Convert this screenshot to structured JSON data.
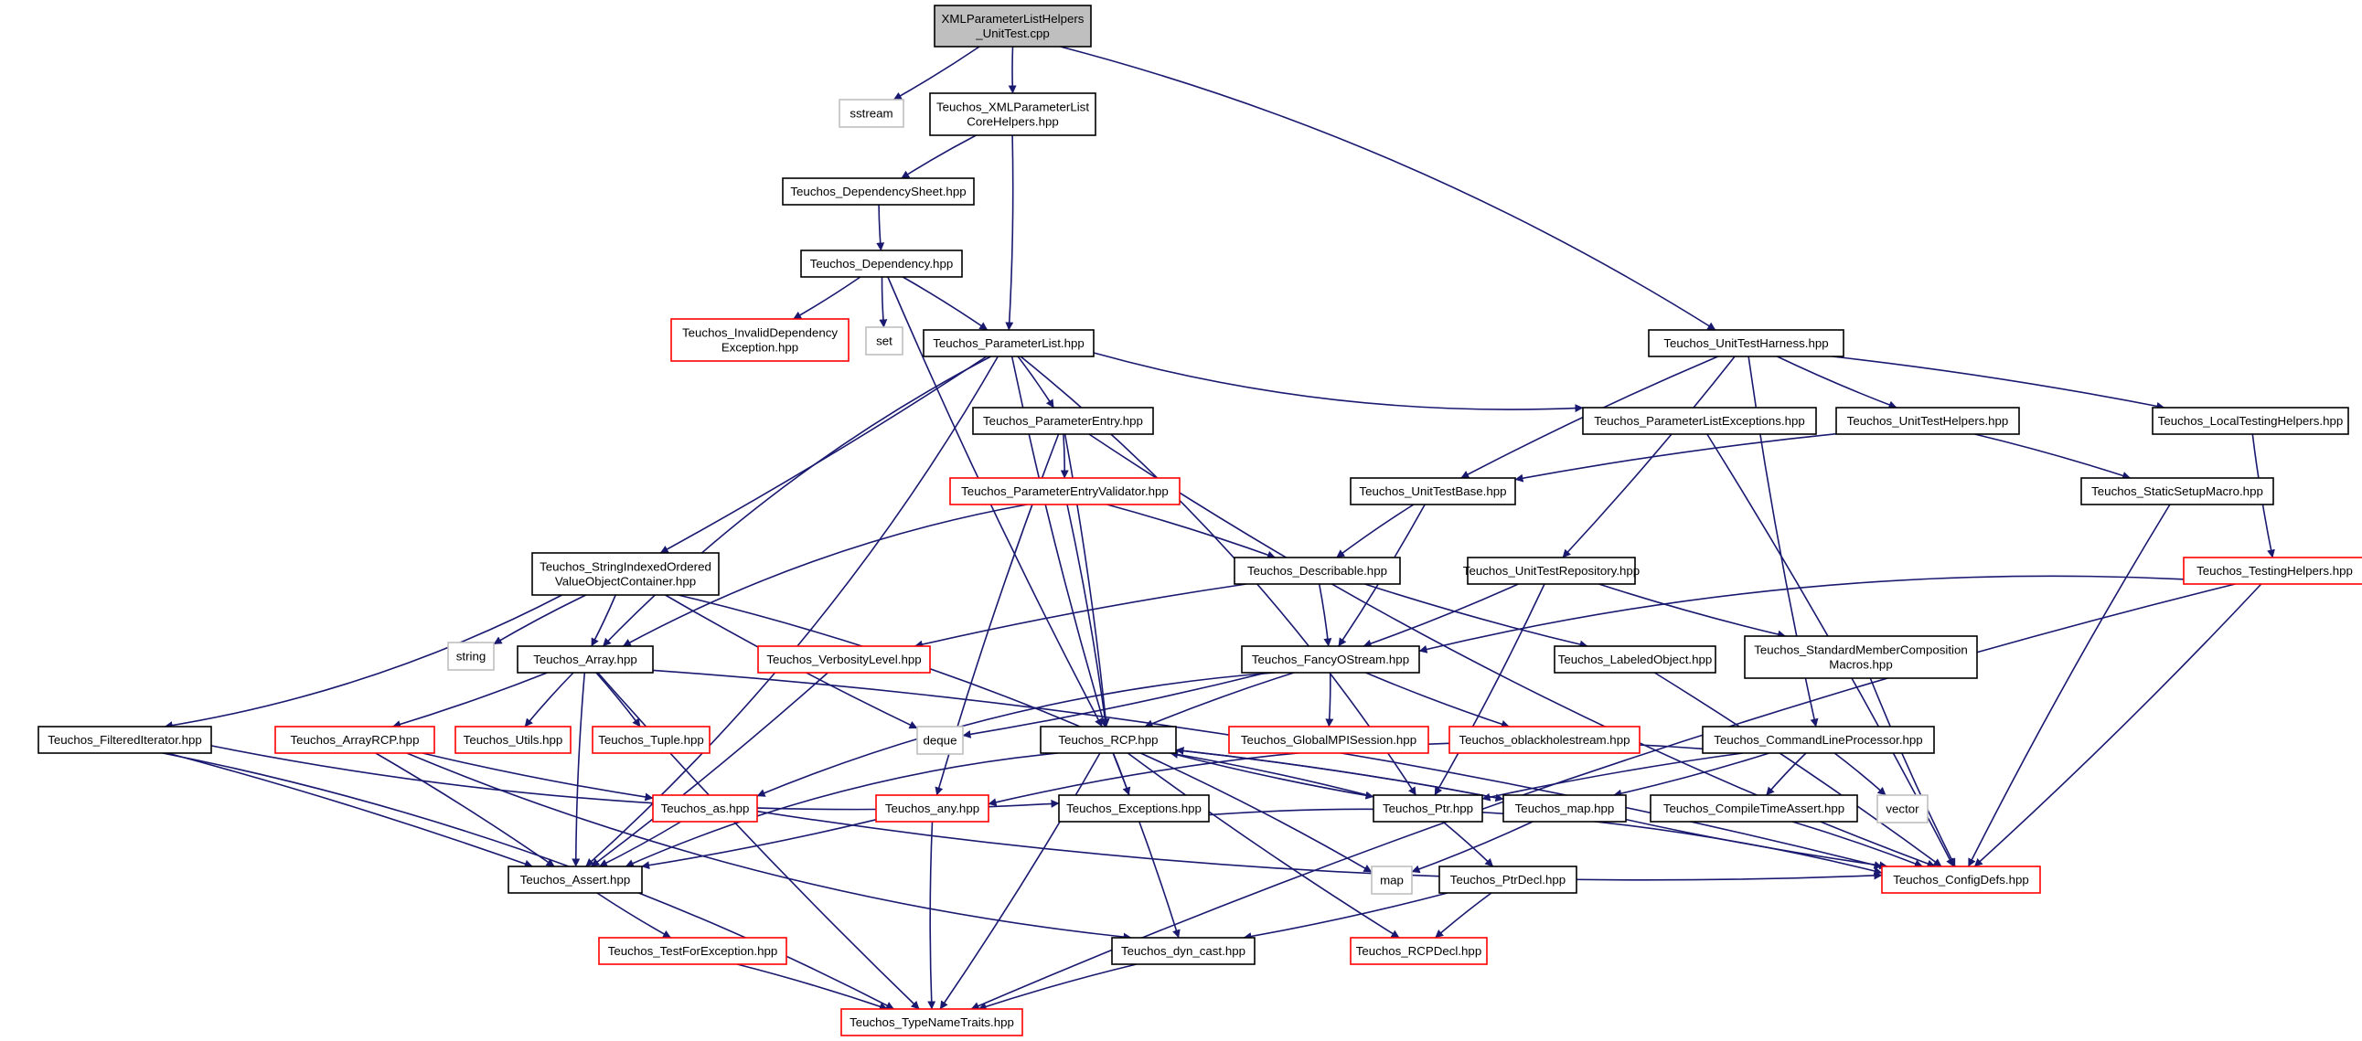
{
  "graph": {
    "type": "include-dependency-graph",
    "colors": {
      "edge": "#191970",
      "root_fill": "#bfbfbf",
      "root_border": "#000000",
      "normal_border": "#000000",
      "truncated_border": "#ff0000",
      "external_border": "#bfbfbf",
      "fill": "#ffffff"
    },
    "nodes": [
      {
        "id": "root",
        "kind": "root",
        "lines": [
          "XMLParameterListHelpers",
          "_UnitTest.cpp"
        ]
      },
      {
        "id": "sstream",
        "kind": "external",
        "lines": [
          "sstream"
        ]
      },
      {
        "id": "xmlcore",
        "kind": "normal",
        "lines": [
          "Teuchos_XMLParameterList",
          "CoreHelpers.hpp"
        ]
      },
      {
        "id": "depsheet",
        "kind": "normal",
        "lines": [
          "Teuchos_DependencySheet.hpp"
        ]
      },
      {
        "id": "dep",
        "kind": "normal",
        "lines": [
          "Teuchos_Dependency.hpp"
        ]
      },
      {
        "id": "invdep",
        "kind": "truncated",
        "lines": [
          "Teuchos_InvalidDependency",
          "Exception.hpp"
        ]
      },
      {
        "id": "set",
        "kind": "external",
        "lines": [
          "set"
        ]
      },
      {
        "id": "plist",
        "kind": "normal",
        "lines": [
          "Teuchos_ParameterList.hpp"
        ]
      },
      {
        "id": "harness",
        "kind": "normal",
        "lines": [
          "Teuchos_UnitTestHarness.hpp"
        ]
      },
      {
        "id": "pentry",
        "kind": "normal",
        "lines": [
          "Teuchos_ParameterEntry.hpp"
        ]
      },
      {
        "id": "plexc",
        "kind": "normal",
        "lines": [
          "Teuchos_ParameterListExceptions.hpp"
        ]
      },
      {
        "id": "uthelp",
        "kind": "normal",
        "lines": [
          "Teuchos_UnitTestHelpers.hpp"
        ]
      },
      {
        "id": "localtest",
        "kind": "normal",
        "lines": [
          "Teuchos_LocalTestingHelpers.hpp"
        ]
      },
      {
        "id": "pev",
        "kind": "truncated",
        "lines": [
          "Teuchos_ParameterEntryValidator.hpp"
        ]
      },
      {
        "id": "utbase",
        "kind": "normal",
        "lines": [
          "Teuchos_UnitTestBase.hpp"
        ]
      },
      {
        "id": "staticsetup",
        "kind": "normal",
        "lines": [
          "Teuchos_StaticSetupMacro.hpp"
        ]
      },
      {
        "id": "sio",
        "kind": "normal",
        "lines": [
          "Teuchos_StringIndexedOrdered",
          "ValueObjectContainer.hpp"
        ]
      },
      {
        "id": "describable",
        "kind": "normal",
        "lines": [
          "Teuchos_Describable.hpp"
        ]
      },
      {
        "id": "utrepo",
        "kind": "normal",
        "lines": [
          "Teuchos_UnitTestRepository.hpp"
        ]
      },
      {
        "id": "testhelp",
        "kind": "truncated",
        "lines": [
          "Teuchos_TestingHelpers.hpp"
        ]
      },
      {
        "id": "string",
        "kind": "external",
        "lines": [
          "string"
        ]
      },
      {
        "id": "array",
        "kind": "normal",
        "lines": [
          "Teuchos_Array.hpp"
        ]
      },
      {
        "id": "verb",
        "kind": "truncated",
        "lines": [
          "Teuchos_VerbosityLevel.hpp"
        ]
      },
      {
        "id": "fos",
        "kind": "normal",
        "lines": [
          "Teuchos_FancyOStream.hpp"
        ]
      },
      {
        "id": "labeled",
        "kind": "normal",
        "lines": [
          "Teuchos_LabeledObject.hpp"
        ]
      },
      {
        "id": "smcm",
        "kind": "normal",
        "lines": [
          "Teuchos_StandardMemberComposition",
          "Macros.hpp"
        ]
      },
      {
        "id": "filt",
        "kind": "normal",
        "lines": [
          "Teuchos_FilteredIterator.hpp"
        ]
      },
      {
        "id": "arcp",
        "kind": "truncated",
        "lines": [
          "Teuchos_ArrayRCP.hpp"
        ]
      },
      {
        "id": "utils",
        "kind": "truncated",
        "lines": [
          "Teuchos_Utils.hpp"
        ]
      },
      {
        "id": "tuple",
        "kind": "truncated",
        "lines": [
          "Teuchos_Tuple.hpp"
        ]
      },
      {
        "id": "deque",
        "kind": "external",
        "lines": [
          "deque"
        ]
      },
      {
        "id": "rcp",
        "kind": "normal",
        "lines": [
          "Teuchos_RCP.hpp"
        ]
      },
      {
        "id": "gmpi",
        "kind": "truncated",
        "lines": [
          "Teuchos_GlobalMPISession.hpp"
        ]
      },
      {
        "id": "obh",
        "kind": "truncated",
        "lines": [
          "Teuchos_oblackholestream.hpp"
        ]
      },
      {
        "id": "clp",
        "kind": "normal",
        "lines": [
          "Teuchos_CommandLineProcessor.hpp"
        ]
      },
      {
        "id": "as",
        "kind": "truncated",
        "lines": [
          "Teuchos_as.hpp"
        ]
      },
      {
        "id": "any",
        "kind": "truncated",
        "lines": [
          "Teuchos_any.hpp"
        ]
      },
      {
        "id": "exc",
        "kind": "normal",
        "lines": [
          "Teuchos_Exceptions.hpp"
        ]
      },
      {
        "id": "ptr",
        "kind": "normal",
        "lines": [
          "Teuchos_Ptr.hpp"
        ]
      },
      {
        "id": "map",
        "kind": "normal",
        "lines": [
          "Teuchos_map.hpp"
        ]
      },
      {
        "id": "cta",
        "kind": "normal",
        "lines": [
          "Teuchos_CompileTimeAssert.hpp"
        ]
      },
      {
        "id": "vector",
        "kind": "external",
        "lines": [
          "vector"
        ]
      },
      {
        "id": "assert",
        "kind": "normal",
        "lines": [
          "Teuchos_Assert.hpp"
        ]
      },
      {
        "id": "stdmap",
        "kind": "external",
        "lines": [
          "map"
        ]
      },
      {
        "id": "ptrdecl",
        "kind": "normal",
        "lines": [
          "Teuchos_PtrDecl.hpp"
        ]
      },
      {
        "id": "config",
        "kind": "truncated",
        "lines": [
          "Teuchos_ConfigDefs.hpp"
        ]
      },
      {
        "id": "tfe",
        "kind": "truncated",
        "lines": [
          "Teuchos_TestForException.hpp"
        ]
      },
      {
        "id": "dyncast",
        "kind": "normal",
        "lines": [
          "Teuchos_dyn_cast.hpp"
        ]
      },
      {
        "id": "rcpdecl",
        "kind": "truncated",
        "lines": [
          "Teuchos_RCPDecl.hpp"
        ]
      },
      {
        "id": "tnt",
        "kind": "truncated",
        "lines": [
          "Teuchos_TypeNameTraits.hpp"
        ]
      }
    ],
    "edges": [
      {
        "from": "root",
        "to": "sstream"
      },
      {
        "from": "root",
        "to": "xmlcore"
      },
      {
        "from": "root",
        "to": "harness"
      },
      {
        "from": "xmlcore",
        "to": "depsheet"
      },
      {
        "from": "xmlcore",
        "to": "plist"
      },
      {
        "from": "depsheet",
        "to": "dep"
      },
      {
        "from": "dep",
        "to": "invdep"
      },
      {
        "from": "dep",
        "to": "set"
      },
      {
        "from": "dep",
        "to": "plist"
      },
      {
        "from": "dep",
        "to": "rcp"
      },
      {
        "from": "plist",
        "to": "pentry"
      },
      {
        "from": "plist",
        "to": "plexc"
      },
      {
        "from": "plist",
        "to": "sio"
      },
      {
        "from": "plist",
        "to": "array"
      },
      {
        "from": "plist",
        "to": "assert"
      },
      {
        "from": "plist",
        "to": "rcp"
      },
      {
        "from": "plist",
        "to": "ptr"
      },
      {
        "from": "harness",
        "to": "utbase"
      },
      {
        "from": "harness",
        "to": "utrepo"
      },
      {
        "from": "harness",
        "to": "uthelp"
      },
      {
        "from": "harness",
        "to": "localtest"
      },
      {
        "from": "harness",
        "to": "clp"
      },
      {
        "from": "pentry",
        "to": "pev"
      },
      {
        "from": "pentry",
        "to": "any"
      },
      {
        "from": "pentry",
        "to": "rcp"
      },
      {
        "from": "pentry",
        "to": "config"
      },
      {
        "from": "plexc",
        "to": "config"
      },
      {
        "from": "uthelp",
        "to": "utbase"
      },
      {
        "from": "uthelp",
        "to": "staticsetup"
      },
      {
        "from": "localtest",
        "to": "testhelp"
      },
      {
        "from": "pev",
        "to": "describable"
      },
      {
        "from": "pev",
        "to": "array"
      },
      {
        "from": "pev",
        "to": "rcp"
      },
      {
        "from": "utbase",
        "to": "describable"
      },
      {
        "from": "utbase",
        "to": "fos"
      },
      {
        "from": "staticsetup",
        "to": "config"
      },
      {
        "from": "sio",
        "to": "array"
      },
      {
        "from": "sio",
        "to": "string"
      },
      {
        "from": "sio",
        "to": "filt"
      },
      {
        "from": "sio",
        "to": "deque"
      },
      {
        "from": "sio",
        "to": "stdmap"
      },
      {
        "from": "describable",
        "to": "verb"
      },
      {
        "from": "describable",
        "to": "fos"
      },
      {
        "from": "describable",
        "to": "labeled"
      },
      {
        "from": "utrepo",
        "to": "fos"
      },
      {
        "from": "utrepo",
        "to": "smcm"
      },
      {
        "from": "utrepo",
        "to": "ptr"
      },
      {
        "from": "testhelp",
        "to": "fos"
      },
      {
        "from": "testhelp",
        "to": "config"
      },
      {
        "from": "testhelp",
        "to": "tnt"
      },
      {
        "from": "array",
        "to": "arcp"
      },
      {
        "from": "array",
        "to": "utils"
      },
      {
        "from": "array",
        "to": "tuple"
      },
      {
        "from": "array",
        "to": "assert"
      },
      {
        "from": "array",
        "to": "config"
      },
      {
        "from": "array",
        "to": "tnt"
      },
      {
        "from": "verb",
        "to": "assert"
      },
      {
        "from": "fos",
        "to": "rcp"
      },
      {
        "from": "fos",
        "to": "gmpi"
      },
      {
        "from": "fos",
        "to": "obh"
      },
      {
        "from": "fos",
        "to": "deque"
      },
      {
        "from": "fos",
        "to": "as"
      },
      {
        "from": "labeled",
        "to": "config"
      },
      {
        "from": "smcm",
        "to": "config"
      },
      {
        "from": "filt",
        "to": "assert"
      },
      {
        "from": "filt",
        "to": "exc"
      },
      {
        "from": "filt",
        "to": "tnt"
      },
      {
        "from": "arcp",
        "to": "as"
      },
      {
        "from": "arcp",
        "to": "assert"
      },
      {
        "from": "arcp",
        "to": "dyncast"
      },
      {
        "from": "rcp",
        "to": "exc"
      },
      {
        "from": "rcp",
        "to": "ptr"
      },
      {
        "from": "rcp",
        "to": "map"
      },
      {
        "from": "rcp",
        "to": "assert"
      },
      {
        "from": "rcp",
        "to": "dyncast"
      },
      {
        "from": "rcp",
        "to": "rcpdecl"
      },
      {
        "from": "rcp",
        "to": "tnt"
      },
      {
        "from": "clp",
        "to": "ptr"
      },
      {
        "from": "clp",
        "to": "map"
      },
      {
        "from": "clp",
        "to": "cta"
      },
      {
        "from": "clp",
        "to": "vector"
      },
      {
        "from": "clp",
        "to": "any"
      },
      {
        "from": "as",
        "to": "assert"
      },
      {
        "from": "as",
        "to": "config"
      },
      {
        "from": "any",
        "to": "assert"
      },
      {
        "from": "any",
        "to": "tnt"
      },
      {
        "from": "exc",
        "to": "config"
      },
      {
        "from": "ptr",
        "to": "rcp"
      },
      {
        "from": "ptr",
        "to": "ptrdecl"
      },
      {
        "from": "map",
        "to": "rcp"
      },
      {
        "from": "map",
        "to": "stdmap"
      },
      {
        "from": "map",
        "to": "config"
      },
      {
        "from": "cta",
        "to": "config"
      },
      {
        "from": "assert",
        "to": "tfe"
      },
      {
        "from": "ptrdecl",
        "to": "dyncast"
      },
      {
        "from": "ptrdecl",
        "to": "rcpdecl"
      },
      {
        "from": "tfe",
        "to": "tnt"
      },
      {
        "from": "dyncast",
        "to": "tnt"
      }
    ]
  }
}
